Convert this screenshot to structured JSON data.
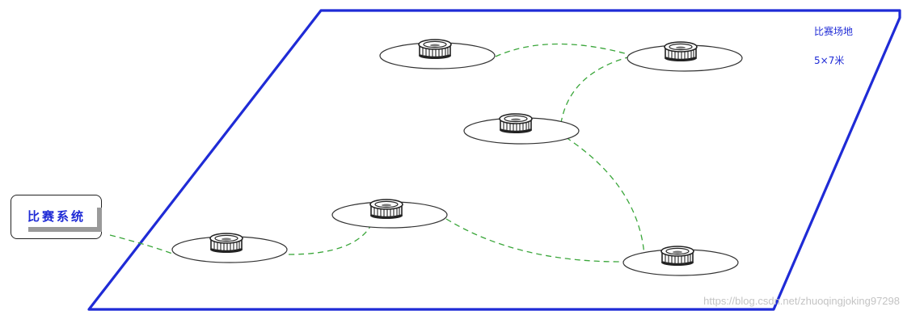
{
  "field": {
    "title": "比赛场地",
    "size": "5×7米"
  },
  "system_box": {
    "label": "比赛系统"
  },
  "watermark": "https://blog.csdn.net/zhuoqingjoking97298",
  "colors": {
    "field_border": "#1f2bd6",
    "route": "#3aa63a",
    "label": "#1f2bd6"
  },
  "stations": [
    {
      "id": "top-left"
    },
    {
      "id": "top-right"
    },
    {
      "id": "center"
    },
    {
      "id": "middle-left"
    },
    {
      "id": "bottom-left"
    },
    {
      "id": "bottom-right"
    }
  ]
}
